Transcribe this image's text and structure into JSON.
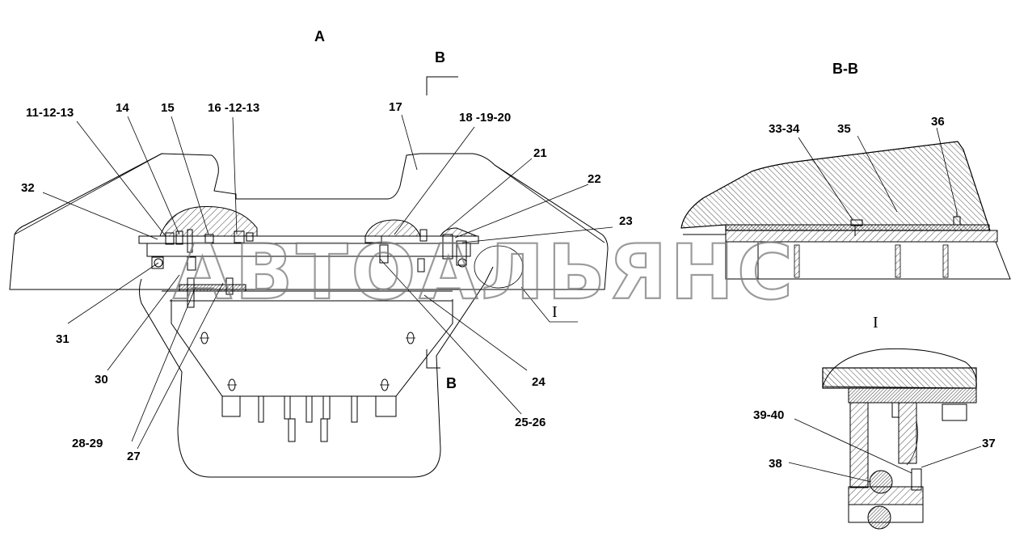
{
  "views": {
    "a": "A",
    "b_top": "B",
    "b_bottom": "B",
    "section_bb": "B-B",
    "detail_i": "I",
    "detail_i_marker": "I"
  },
  "callouts": {
    "c_11_12_13": "11-12-13",
    "c_14": "14",
    "c_15": "15",
    "c_16_12_13": "16 -12-13",
    "c_17": "17",
    "c_18_19_20": "18 -19-20",
    "c_21": "21",
    "c_22": "22",
    "c_23": "23",
    "c_24": "24",
    "c_25_26": "25-26",
    "c_27": "27",
    "c_28_29": "28-29",
    "c_30": "30",
    "c_31": "31",
    "c_32": "32",
    "c_33_34": "33-34",
    "c_35": "35",
    "c_36": "36",
    "c_37": "37",
    "c_38": "38",
    "c_39_40": "39-40"
  },
  "watermark": "АВТОАЛЬЯНС"
}
